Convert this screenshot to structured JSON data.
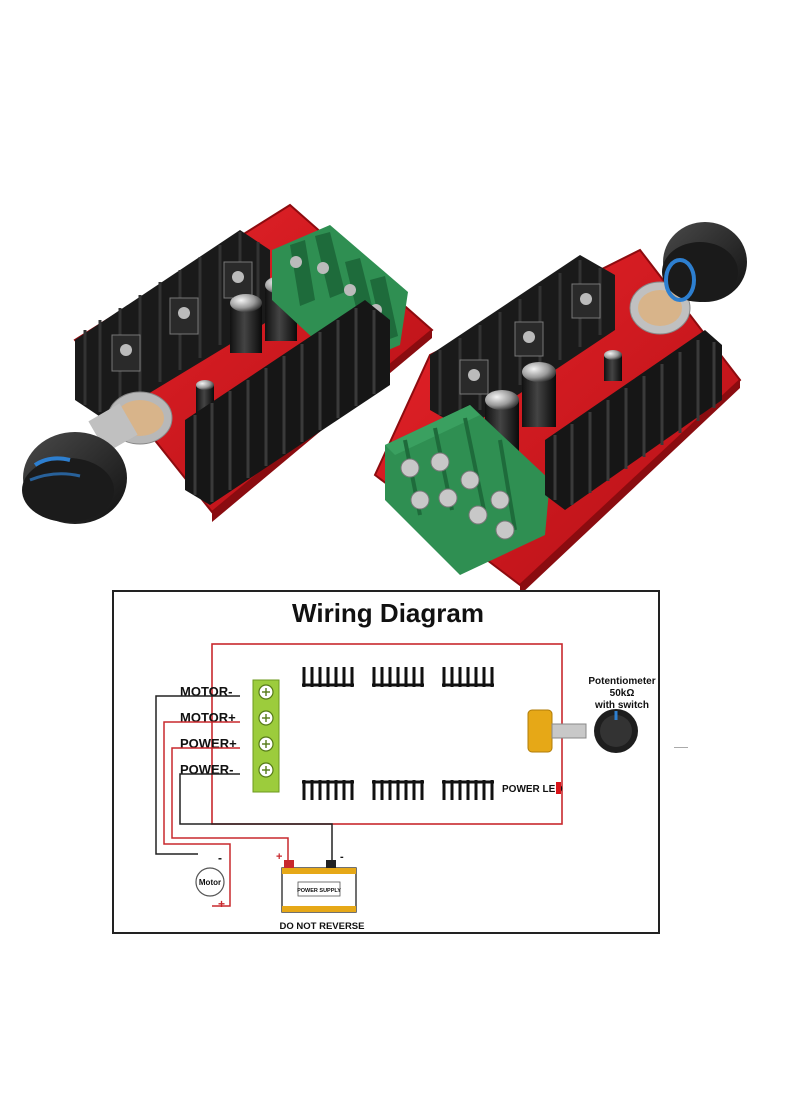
{
  "diagram": {
    "title": "Wiring Diagram",
    "terminals": [
      "MOTOR-",
      "MOTOR+",
      "POWER+",
      "POWER-"
    ],
    "potentiometer": {
      "line1": "Potentiometer",
      "line2": "50kΩ",
      "line3": "with switch"
    },
    "power_led": "POWER LED",
    "motor": {
      "label": "Motor",
      "minus": "-",
      "plus": "+"
    },
    "power_supply": {
      "label": "POWER SUPPLY",
      "plus": "+",
      "minus": "-"
    },
    "warning": "DO NOT REVERSE"
  },
  "colors": {
    "board_red": "#d8141a",
    "heatsink_black": "#1b1b1b",
    "terminal_green": "#2e8b57",
    "wire_red": "#c8282d",
    "wire_black": "#222222",
    "terminal_lime": "#9ccc3c",
    "pot_yellow": "#e6a817",
    "knob_blue": "#2d7fd0"
  }
}
